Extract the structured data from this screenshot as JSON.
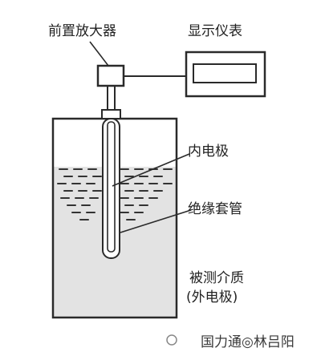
{
  "diagram": {
    "labels": {
      "preamplifier": "前置放大器",
      "display_instrument": "显示仪表",
      "inner_electrode": "内电极",
      "insulating_sleeve": "绝缘套管",
      "measured_medium": "被测介质",
      "outer_electrode": "(外电极)"
    }
  },
  "watermark": {
    "text": "国力通◎林吕阳"
  },
  "colors": {
    "liquid": "#e3e3e3",
    "ink": "#2a2a2a",
    "background": "#ffffff"
  }
}
